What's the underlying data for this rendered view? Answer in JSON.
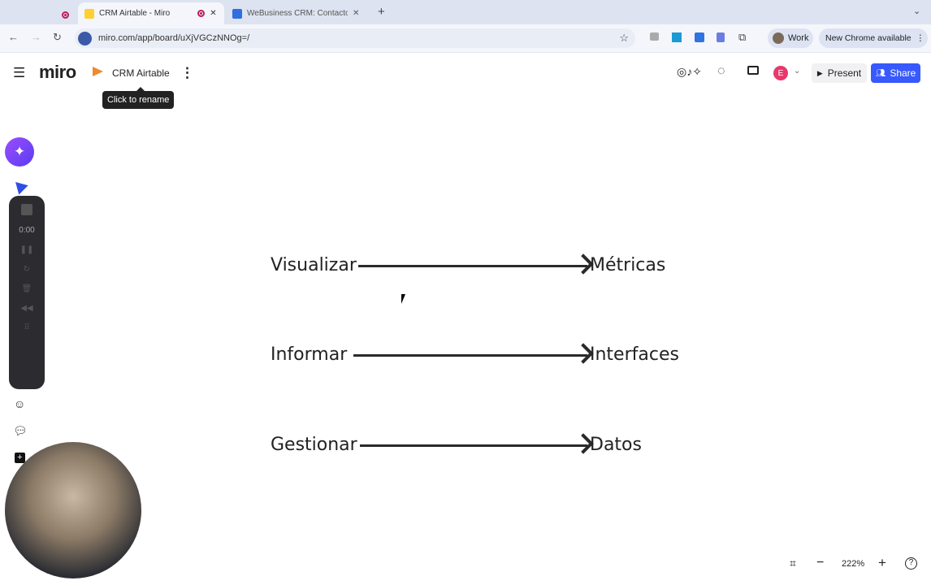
{
  "browser": {
    "tabs": [
      {
        "title": "CRM Airtable - Miro",
        "active": true
      },
      {
        "title": "WeBusiness CRM: Contactos",
        "active": false
      }
    ],
    "url": "miro.com/app/board/uXjVGCzNNOg=/",
    "profile": "Work",
    "update_label": "New Chrome available"
  },
  "header": {
    "logo": "miro",
    "board_name": "CRM Airtable",
    "tooltip": "Click to rename",
    "avatar_initial": "E",
    "present_label": "Present",
    "share_label": "Share",
    "accent": "#3859ff"
  },
  "recorder": {
    "time": "0:00"
  },
  "board": {
    "rows": [
      {
        "left": "Visualizar",
        "right": "Métricas"
      },
      {
        "left": "Informar",
        "right": "Interfaces"
      },
      {
        "left": "Gestionar",
        "right": "Datos"
      }
    ]
  },
  "zoom": {
    "level": "222%"
  }
}
